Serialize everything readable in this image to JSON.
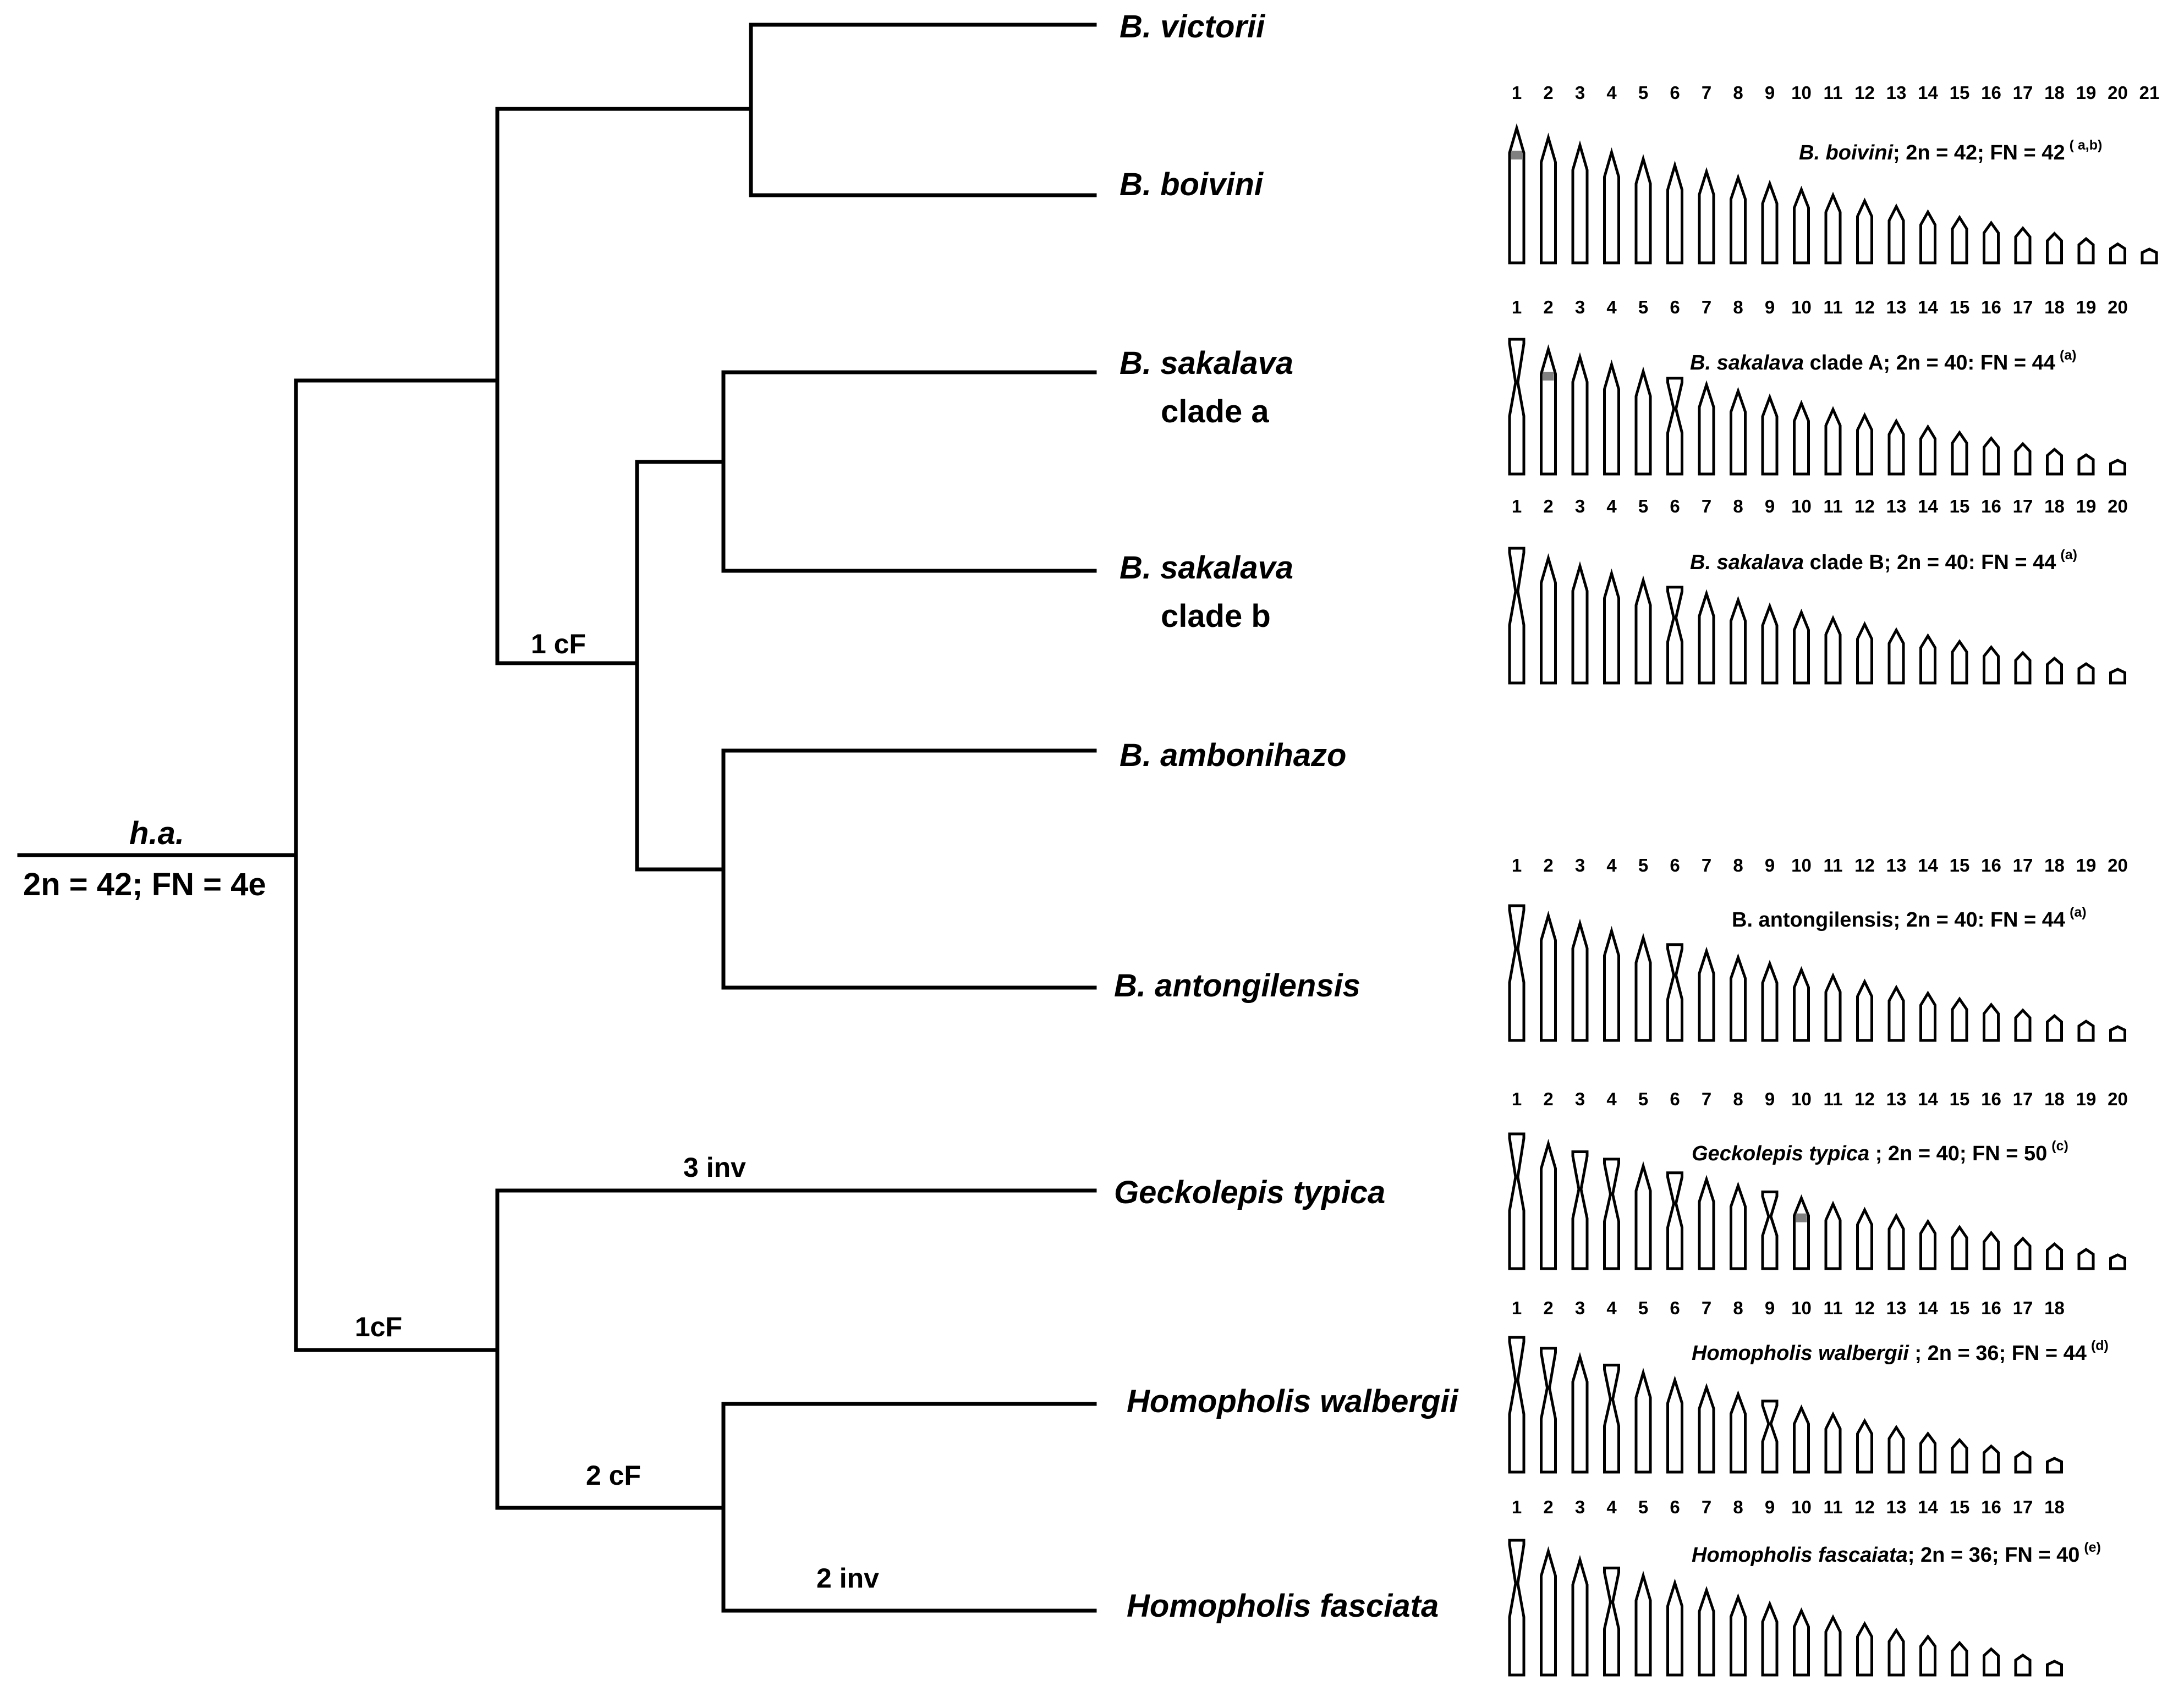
{
  "root": {
    "name": "h.a.",
    "formula": "2n = 42; FN = 4e"
  },
  "taxa": [
    {
      "line1": "B. victorii",
      "line2": ""
    },
    {
      "line1": "B. boivini",
      "line2": ""
    },
    {
      "line1": "B. sakalava",
      "line2": "clade a"
    },
    {
      "line1": "B. sakalava",
      "line2": "clade b"
    },
    {
      "line1": "B. ambonihazo",
      "line2": ""
    },
    {
      "line1": "B. antongilensis",
      "line2": ""
    },
    {
      "line1": "Geckolepis typica",
      "line2": ""
    },
    {
      "line1": "Homopholis walbergii",
      "line2": ""
    },
    {
      "line1": "Homopholis fasciata",
      "line2": ""
    }
  ],
  "node_labels": {
    "ambonihazo_clade": "1 cF",
    "geckolepis_homopholis": "1cF",
    "geckolepis_branch": "3 inv",
    "homopholis_clade": "2 cF",
    "fasciata_branch": "2 inv"
  },
  "karyotypes": [
    {
      "taxon": "B. boivini",
      "label_italic": "B. boivini",
      "label_rest": "; 2n = 42; FN = 42",
      "superscript": "( a,b)",
      "count": 21,
      "biarmed": [],
      "marked": [
        1
      ]
    },
    {
      "taxon": "B. sakalava clade a",
      "label_italic": "B. sakalava",
      "label_rest": " clade A; 2n = 40: FN = 44",
      "superscript": "(a)",
      "count": 20,
      "biarmed": [
        1,
        6
      ],
      "marked": [
        2
      ]
    },
    {
      "taxon": "B. sakalava clade b",
      "label_italic": "B. sakalava",
      "label_rest": " clade B; 2n = 40: FN = 44",
      "superscript": "(a)",
      "count": 20,
      "biarmed": [
        1,
        6
      ],
      "marked": []
    },
    {
      "taxon": "B. antongilensis",
      "label_italic": "",
      "label_rest": "B. antongilensis; 2n = 40: FN = 44",
      "superscript": "(a)",
      "count": 20,
      "biarmed": [
        1,
        6
      ],
      "marked": []
    },
    {
      "taxon": "Geckolepis typica",
      "label_italic": "Geckolepis typica",
      "label_rest": " ; 2n = 40; FN = 50",
      "superscript": "(c)",
      "count": 20,
      "biarmed": [
        1,
        3,
        4,
        6,
        9
      ],
      "marked": [
        10
      ]
    },
    {
      "taxon": "Homopholis walbergii",
      "label_italic": "Homopholis walbergii",
      "label_rest": " ; 2n = 36; FN = 44",
      "superscript": "(d)",
      "count": 18,
      "biarmed": [
        1,
        2,
        4,
        9
      ],
      "marked": []
    },
    {
      "taxon": "Homopholis fasciata",
      "label_italic": "Homopholis fascaiata",
      "label_rest": "; 2n = 36; FN = 40",
      "superscript": "(e)",
      "count": 18,
      "biarmed": [
        1,
        4
      ],
      "marked": []
    }
  ],
  "chromosome_numbers": [
    "1",
    "2",
    "3",
    "4",
    "5",
    "6",
    "7",
    "8",
    "9",
    "10",
    "11",
    "12",
    "13",
    "14",
    "15",
    "16",
    "17",
    "18",
    "19",
    "20",
    "21"
  ],
  "colors": {
    "line": "#000000",
    "centromere_mark": "#808080"
  }
}
